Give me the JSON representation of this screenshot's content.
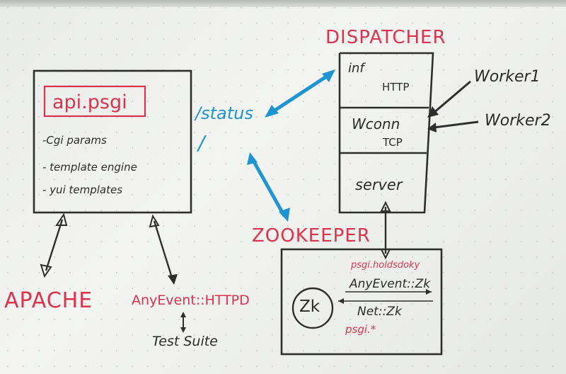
{
  "colors": {
    "marker_red": "#d8344b",
    "marker_black": "#2b2b2b",
    "marker_blue": "#1e94d2"
  },
  "api_box": {
    "title": "api.psgi",
    "items": [
      "-Cgi params",
      "- template engine",
      "- yui templates"
    ]
  },
  "routes": {
    "status": "/status",
    "root": "/"
  },
  "dispatcher": {
    "title": "DISPATCHER",
    "sections": [
      {
        "label": "inf",
        "sub": "HTTP"
      },
      {
        "label": "Wconn",
        "sub": "TCP"
      },
      {
        "label": "server",
        "sub": ""
      }
    ]
  },
  "workers": [
    "Worker1",
    "Worker2"
  ],
  "zookeeper": {
    "title": "ZOOKEEPER",
    "top_label": "psgi.holdsdoky",
    "anyevent": "AnyEvent::Zk",
    "netzk": "Net::Zk",
    "psgi": "psgi.*",
    "circle": "Zk"
  },
  "apache": "APACHE",
  "anyevent_httpd": "AnyEvent::HTTPD",
  "test_suite": "Test Suite"
}
